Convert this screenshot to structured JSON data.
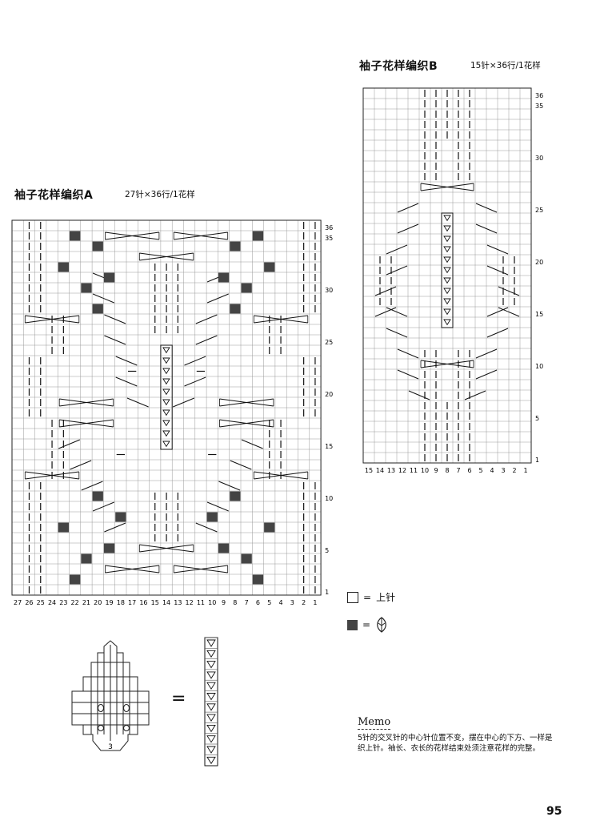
{
  "chartB": {
    "title": "袖子花样编织B",
    "subtitle": "15针×36行/1花样",
    "cols": 15,
    "rows": 36,
    "col_labels": [
      "15",
      "14",
      "13",
      "12",
      "11",
      "10",
      "9",
      "8",
      "7",
      "6",
      "5",
      "4",
      "3",
      "2",
      "1"
    ],
    "row_labels": [
      "36",
      "35",
      "30",
      "25",
      "20",
      "15",
      "10",
      "5",
      "1"
    ]
  },
  "chartA": {
    "title": "袖子花样编织A",
    "subtitle": "27针×36行/1花样",
    "cols": 27,
    "rows": 36,
    "col_labels": [
      "27",
      "26",
      "25",
      "24",
      "23",
      "22",
      "21",
      "20",
      "19",
      "18",
      "17",
      "16",
      "15",
      "14",
      "13",
      "12",
      "11",
      "10",
      "9",
      "8",
      "7",
      "6",
      "5",
      "4",
      "3",
      "2",
      "1"
    ],
    "row_labels": [
      "36",
      "35",
      "30",
      "25",
      "20",
      "15",
      "10",
      "5",
      "1"
    ]
  },
  "legend": {
    "knit_label": "上针",
    "eq1": "=",
    "eq2": "="
  },
  "detail": {
    "eq": "=",
    "count": "3"
  },
  "memo": {
    "title": "Memo",
    "text": "5针的交叉针的中心针位置不变，摆在中心的下方、一样是织上针。袖长、衣长的花样结束处须注意花样的完整。"
  },
  "page_number": "95"
}
